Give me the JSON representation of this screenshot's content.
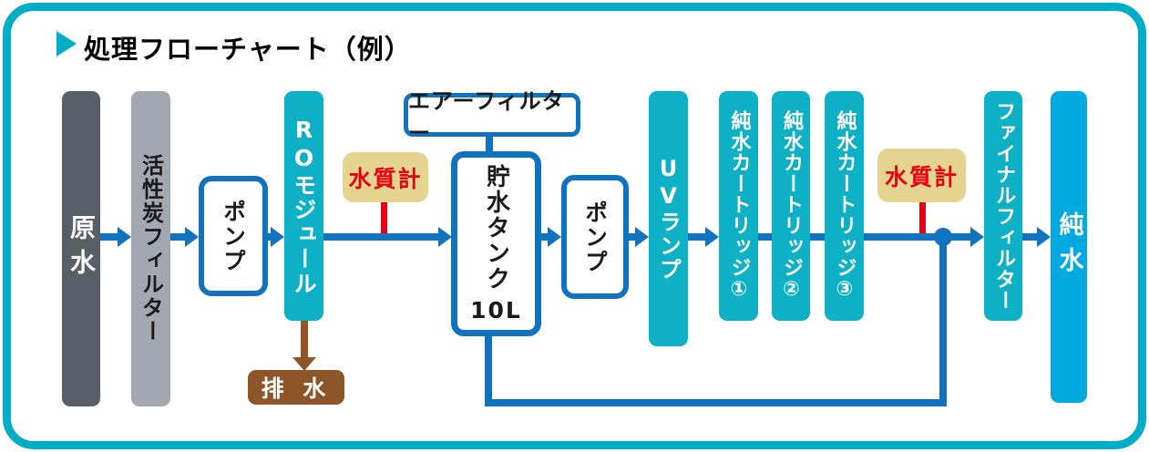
{
  "title": {
    "text": "処理フローチャート（例）"
  },
  "colors": {
    "frame_teal": "#00adc8",
    "process_teal": "#0eb0c5",
    "flow_blue": "#1173bd",
    "raw_water_gray": "#585f66",
    "carbon_filter_gray": "#a3a7b0",
    "meter_bg_tan": "#e5d48f",
    "meter_text_red": "#e60012",
    "drain_brown": "#8e5528",
    "pure_water_blue": "#00a9e0"
  },
  "nodes": {
    "raw_water": "原水",
    "carbon_filter": "活性炭フィルター",
    "pump1": "ポンプ",
    "ro_module": "ROモジュール",
    "water_quality_meter1": "水質計",
    "air_filter": "エアーフィルター",
    "storage_tank": "貯水タンク",
    "storage_tank_capacity": "10L",
    "pump2": "ポンプ",
    "uv_lamp": "UVランプ",
    "cartridge1": "純水カートリッジ①",
    "cartridge2": "純水カートリッジ②",
    "cartridge3": "純水カートリッジ③",
    "water_quality_meter2": "水質計",
    "final_filter": "ファイナルフィルター",
    "pure_water": "純水",
    "drain": "排 水"
  }
}
